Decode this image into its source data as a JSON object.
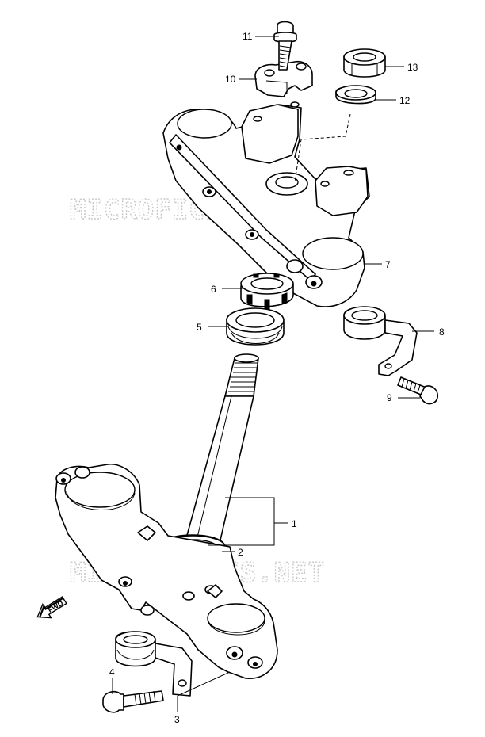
{
  "watermark": {
    "text": "MICROFICHES.NET",
    "color": "#c8c8c8"
  },
  "fwd_label": "FWD",
  "callouts": [
    {
      "id": "1",
      "label": "1"
    },
    {
      "id": "2",
      "label": "2"
    },
    {
      "id": "3",
      "label": "3"
    },
    {
      "id": "4",
      "label": "4"
    },
    {
      "id": "5",
      "label": "5"
    },
    {
      "id": "6",
      "label": "6"
    },
    {
      "id": "7",
      "label": "7"
    },
    {
      "id": "8",
      "label": "8"
    },
    {
      "id": "9",
      "label": "9"
    },
    {
      "id": "10",
      "label": "10"
    },
    {
      "id": "11",
      "label": "11"
    },
    {
      "id": "12",
      "label": "12"
    },
    {
      "id": "13",
      "label": "13"
    }
  ]
}
